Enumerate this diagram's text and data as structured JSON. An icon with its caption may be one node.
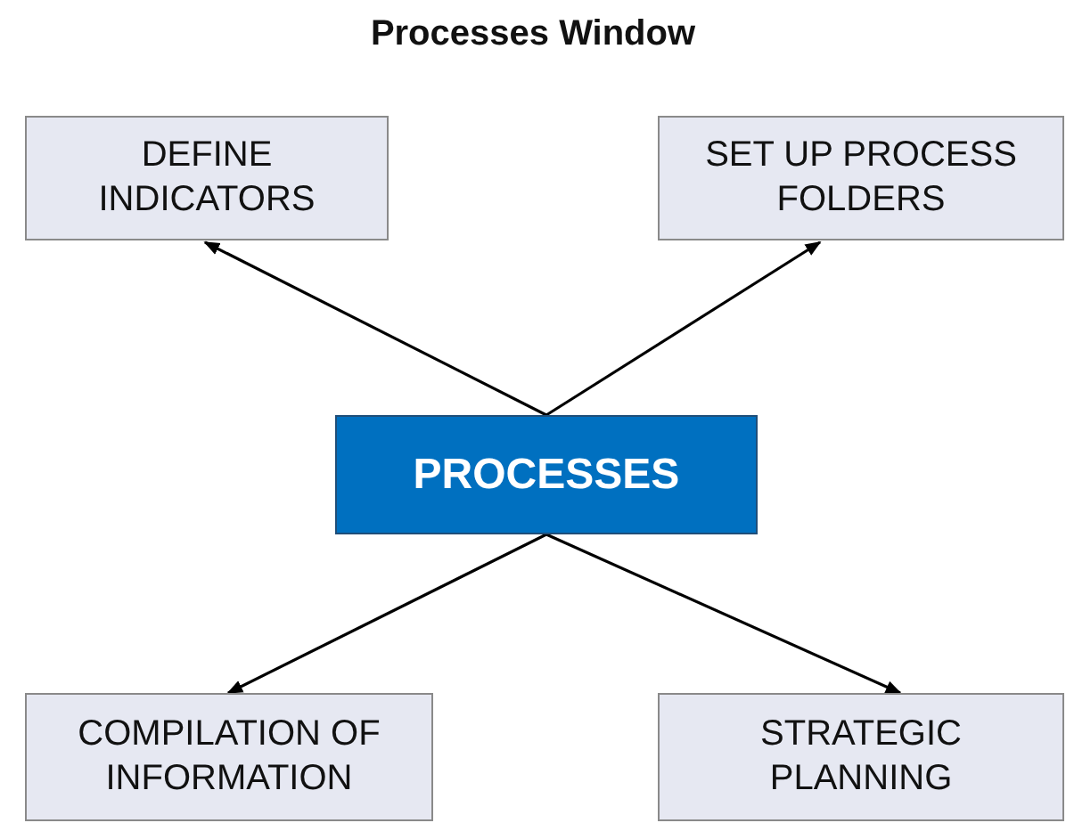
{
  "diagram": {
    "title": "Processes Window",
    "nodes": [
      {
        "text": [
          "DEFINE INDICATORS"
        ]
      },
      {
        "text": [
          "SET UP PROCESS FOLDERS"
        ]
      },
      {
        "text": [
          "PROCESSES"
        ]
      },
      {
        "text": [
          "COMPILATION OF INFORMATION"
        ]
      },
      {
        "text": [
          "STRATEGIC PLANNING"
        ]
      }
    ],
    "edges": [
      {
        "from": 2,
        "to": 0,
        "arrow": "to"
      },
      {
        "from": 2,
        "to": 1,
        "arrow": "to"
      },
      {
        "from": 2,
        "to": 3,
        "arrow": "to"
      },
      {
        "from": 2,
        "to": 4,
        "arrow": "to"
      }
    ]
  }
}
